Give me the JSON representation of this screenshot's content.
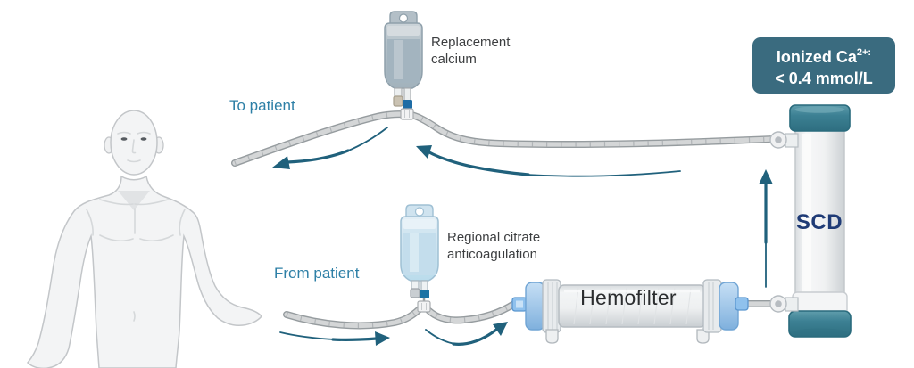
{
  "labels": {
    "to_patient": "To patient",
    "from_patient": "From patient",
    "replacement_calcium": {
      "line1": "Replacement",
      "line2": "calcium"
    },
    "regional_citrate": {
      "line1": "Regional citrate",
      "line2": "anticoagulation"
    },
    "hemofilter": "Hemofilter",
    "scd": "SCD"
  },
  "callout": {
    "line1_base": "Ionized Ca",
    "line1_sup": "2+:",
    "line2": "< 0.4 mmol/L"
  },
  "colors": {
    "callout_bg": "#3a6b7f",
    "arrow": "#20617c",
    "flow_label": "#2d7fa6",
    "scd_label": "#1f3b76",
    "hemofilter_label": "#2b2d2f",
    "annotation_text": "#3c3e40",
    "device_teal": "#3c8093",
    "connector_blue": "#1d6ca5"
  }
}
